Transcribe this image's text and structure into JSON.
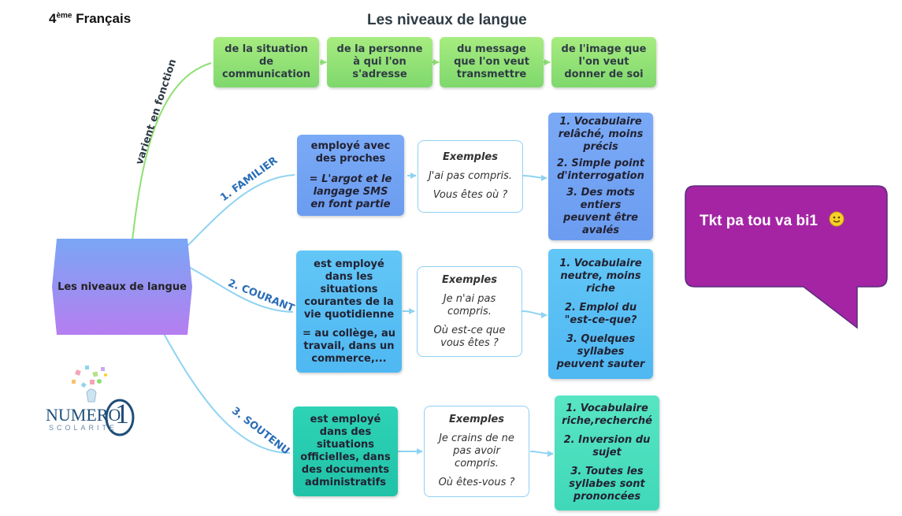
{
  "header": {
    "grade_num": "4",
    "grade_sup": "ème",
    "subject": "Français",
    "title": "Les niveaux de langue"
  },
  "central": {
    "label": "Les niveaux de langue"
  },
  "top_branch": {
    "label": "varient en fonction",
    "boxes": [
      "de la situation de communication",
      "de la personne à qui l'on s'adresse",
      "du message que l'on veut transmettre",
      "de l'image que l'on veut donner de soi"
    ]
  },
  "familier": {
    "branch_label": "1. FAMILIER",
    "desc_line1": "employé avec des proches",
    "desc_line2": "= L'argot et le langage SMS en font partie",
    "ex_title": "Exemples",
    "ex1": "J'ai pas compris.",
    "ex2": "Vous êtes où ?",
    "char1": "1. Vocabulaire relâché, moins précis",
    "char2": "2. Simple point d'interrogation",
    "char3": "3. Des mots entiers peuvent être avalés"
  },
  "courant": {
    "branch_label": "2. COURANT",
    "desc_line1": "est employé dans les situations courantes de la vie quotidienne",
    "desc_line2": "= au collège, au travail, dans un commerce,...",
    "ex_title": "Exemples",
    "ex1": "Je n'ai pas compris.",
    "ex2": "Où est-ce que vous êtes ?",
    "char1": "1. Vocabulaire neutre, moins riche",
    "char2": "2. Emploi du \"est-ce-que?",
    "char3": "3. Quelques syllabes peuvent sauter"
  },
  "soutenu": {
    "branch_label": "3. SOUTENU",
    "desc_line1": "est employé dans des situations officielles, dans des documents administratifs",
    "ex_title": "Exemples",
    "ex1": "Je crains de ne pas avoir compris.",
    "ex2": "Où êtes-vous ?",
    "char1": "1. Vocabulaire riche,recherché",
    "char2": "2. Inversion du sujet",
    "char3": "3. Toutes les syllabes sont prononcées"
  },
  "speech_bubble": {
    "text": "Tkt pa tou va bi1",
    "emoji": "🙂"
  },
  "logo": {
    "text": "NUMERO",
    "number": "1",
    "sub": "SCOLARITE"
  },
  "colors": {
    "green": "#8ee074",
    "blue_familier": "#74a5f4",
    "blue_courant": "#59c0f4",
    "teal_soutenu": "#25cbae",
    "bubble": "#a424a4",
    "connector": "#8fd3f2",
    "label_blue": "#2a6db8"
  }
}
